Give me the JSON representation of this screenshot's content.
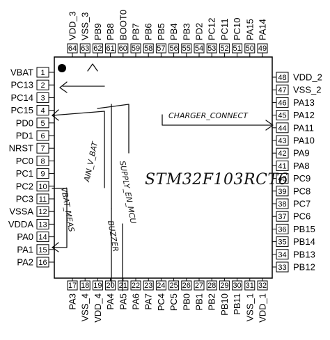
{
  "chip": {
    "name": "STM32F103RCT6",
    "left_pins": [
      {
        "num": "1",
        "name": "VBAT"
      },
      {
        "num": "2",
        "name": "PC13"
      },
      {
        "num": "3",
        "name": "PC14"
      },
      {
        "num": "4",
        "name": "PC15"
      },
      {
        "num": "5",
        "name": "PD0"
      },
      {
        "num": "6",
        "name": "PD1"
      },
      {
        "num": "7",
        "name": "NRST"
      },
      {
        "num": "8",
        "name": "PC0"
      },
      {
        "num": "9",
        "name": "PC1"
      },
      {
        "num": "10",
        "name": "PC2"
      },
      {
        "num": "11",
        "name": "PC3"
      },
      {
        "num": "12",
        "name": "VSSA"
      },
      {
        "num": "13",
        "name": "VDDA"
      },
      {
        "num": "14",
        "name": "PA0"
      },
      {
        "num": "15",
        "name": "PA1"
      },
      {
        "num": "16",
        "name": "PA2"
      }
    ],
    "bottom_pins": [
      {
        "num": "17",
        "name": "PA3"
      },
      {
        "num": "18",
        "name": "VSS_4"
      },
      {
        "num": "19",
        "name": "VDD_4"
      },
      {
        "num": "20",
        "name": "PA4"
      },
      {
        "num": "21",
        "name": "PA5"
      },
      {
        "num": "22",
        "name": "PA6"
      },
      {
        "num": "23",
        "name": "PA7"
      },
      {
        "num": "24",
        "name": "PC4"
      },
      {
        "num": "25",
        "name": "PC5"
      },
      {
        "num": "26",
        "name": "PB0"
      },
      {
        "num": "27",
        "name": "PB1"
      },
      {
        "num": "28",
        "name": "PB2"
      },
      {
        "num": "29",
        "name": "PB10"
      },
      {
        "num": "30",
        "name": "PB11"
      },
      {
        "num": "31",
        "name": "VSS_1"
      },
      {
        "num": "32",
        "name": "VDD_1"
      }
    ],
    "right_pins": [
      {
        "num": "48",
        "name": "VDD_2"
      },
      {
        "num": "47",
        "name": "VSS_2"
      },
      {
        "num": "46",
        "name": "PA13"
      },
      {
        "num": "45",
        "name": "PA12"
      },
      {
        "num": "44",
        "name": "PA11"
      },
      {
        "num": "43",
        "name": "PA10"
      },
      {
        "num": "42",
        "name": "PA9"
      },
      {
        "num": "41",
        "name": "PA8"
      },
      {
        "num": "40",
        "name": "PC9"
      },
      {
        "num": "39",
        "name": "PC8"
      },
      {
        "num": "38",
        "name": "PC7"
      },
      {
        "num": "37",
        "name": "PC6"
      },
      {
        "num": "36",
        "name": "PB15"
      },
      {
        "num": "35",
        "name": "PB14"
      },
      {
        "num": "34",
        "name": "PB13"
      },
      {
        "num": "33",
        "name": "PB12"
      }
    ],
    "top_pins": [
      {
        "num": "64",
        "name": "VDD_3"
      },
      {
        "num": "63",
        "name": "VSS_3"
      },
      {
        "num": "62",
        "name": "PB9"
      },
      {
        "num": "61",
        "name": "PB8"
      },
      {
        "num": "60",
        "name": "BOOT0"
      },
      {
        "num": "59",
        "name": "PB7"
      },
      {
        "num": "58",
        "name": "PB6"
      },
      {
        "num": "57",
        "name": "PB5"
      },
      {
        "num": "56",
        "name": "PB4"
      },
      {
        "num": "55",
        "name": "PB3"
      },
      {
        "num": "54",
        "name": "PD2"
      },
      {
        "num": "53",
        "name": "PC12"
      },
      {
        "num": "52",
        "name": "PC11"
      },
      {
        "num": "51",
        "name": "PC10"
      },
      {
        "num": "50",
        "name": "PA15"
      },
      {
        "num": "49",
        "name": "PA14"
      }
    ]
  },
  "annotations": {
    "charger": "CHARGER_CONNECT",
    "ain_v_bat": "AIN_V_BAT",
    "vbat_meas": "VBAT_MEAS",
    "buzzer": "BUZZER",
    "supply_en_mcu": "SUPPLY_EN_MCU"
  }
}
